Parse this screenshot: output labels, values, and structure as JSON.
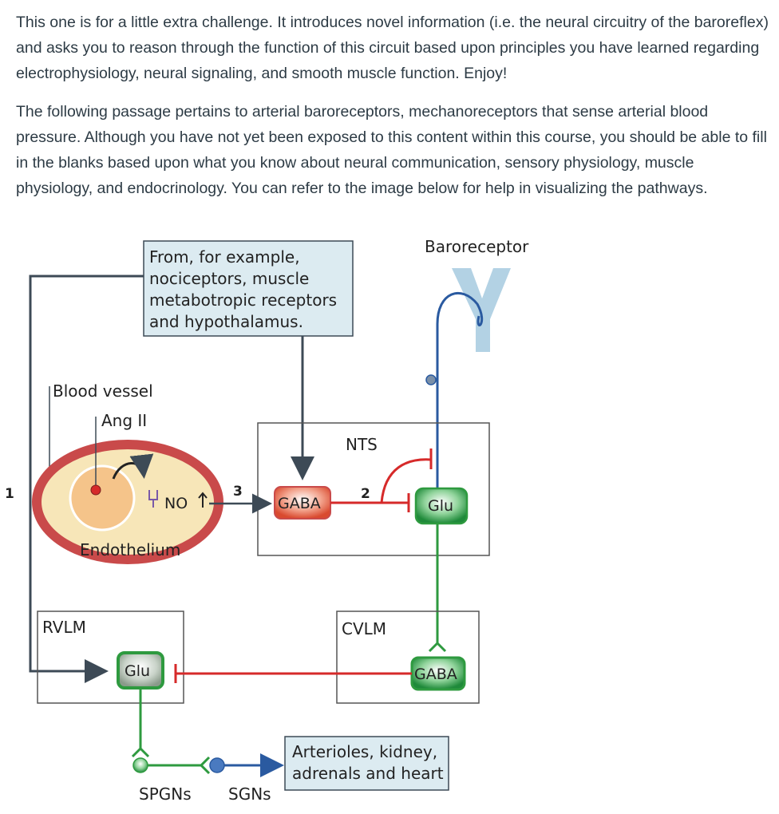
{
  "intro": {
    "paragraph1": "This one is for a little extra challenge. It introduces novel information (i.e. the neural circuitry of the baroreflex) and asks you to reason through the function of this circuit based upon principles you have learned regarding electrophysiology, neural signaling, and smooth muscle function. Enjoy!",
    "paragraph2": "The following passage pertains to arterial baroreceptors, mechanoreceptors that sense arterial blood pressure. Although you have not yet been exposed to this content within this course, you should be able to fill in the blanks based upon what you know about neural communication, sensory physiology, muscle physiology, and endocrinology. You can refer to the image below for help in visualizing the pathways."
  },
  "figure": {
    "input_box_lines": [
      "From, for example,",
      "nociceptors, muscle",
      "metabotropic receptors",
      "and hypothalamus."
    ],
    "baroreceptor": "Baroreceptor",
    "blood_vessel": "Blood vessel",
    "ang_ii": "Ang II",
    "no": "NO",
    "endothelium": "Endothelium",
    "nts": "NTS",
    "gaba": "GABA",
    "glu": "Glu",
    "rvlm": "RVLM",
    "cvlm": "CVLM",
    "output_box_lines": [
      "Arterioles, kidney,",
      "adrenals and heart"
    ],
    "spgns": "SPGNs",
    "sgns": "SGNs",
    "num1": "1",
    "num2": "2",
    "num3": "3",
    "colors": {
      "excitatory": "#2e9a3f",
      "inhibitory": "#d62a2a",
      "sensory": "#2a5aa0",
      "pathway": "#3d4a56",
      "box_fill": "#dcebf1",
      "vessel_outer": "#c94a4a",
      "vessel_inner": "#f7e6b8"
    }
  }
}
